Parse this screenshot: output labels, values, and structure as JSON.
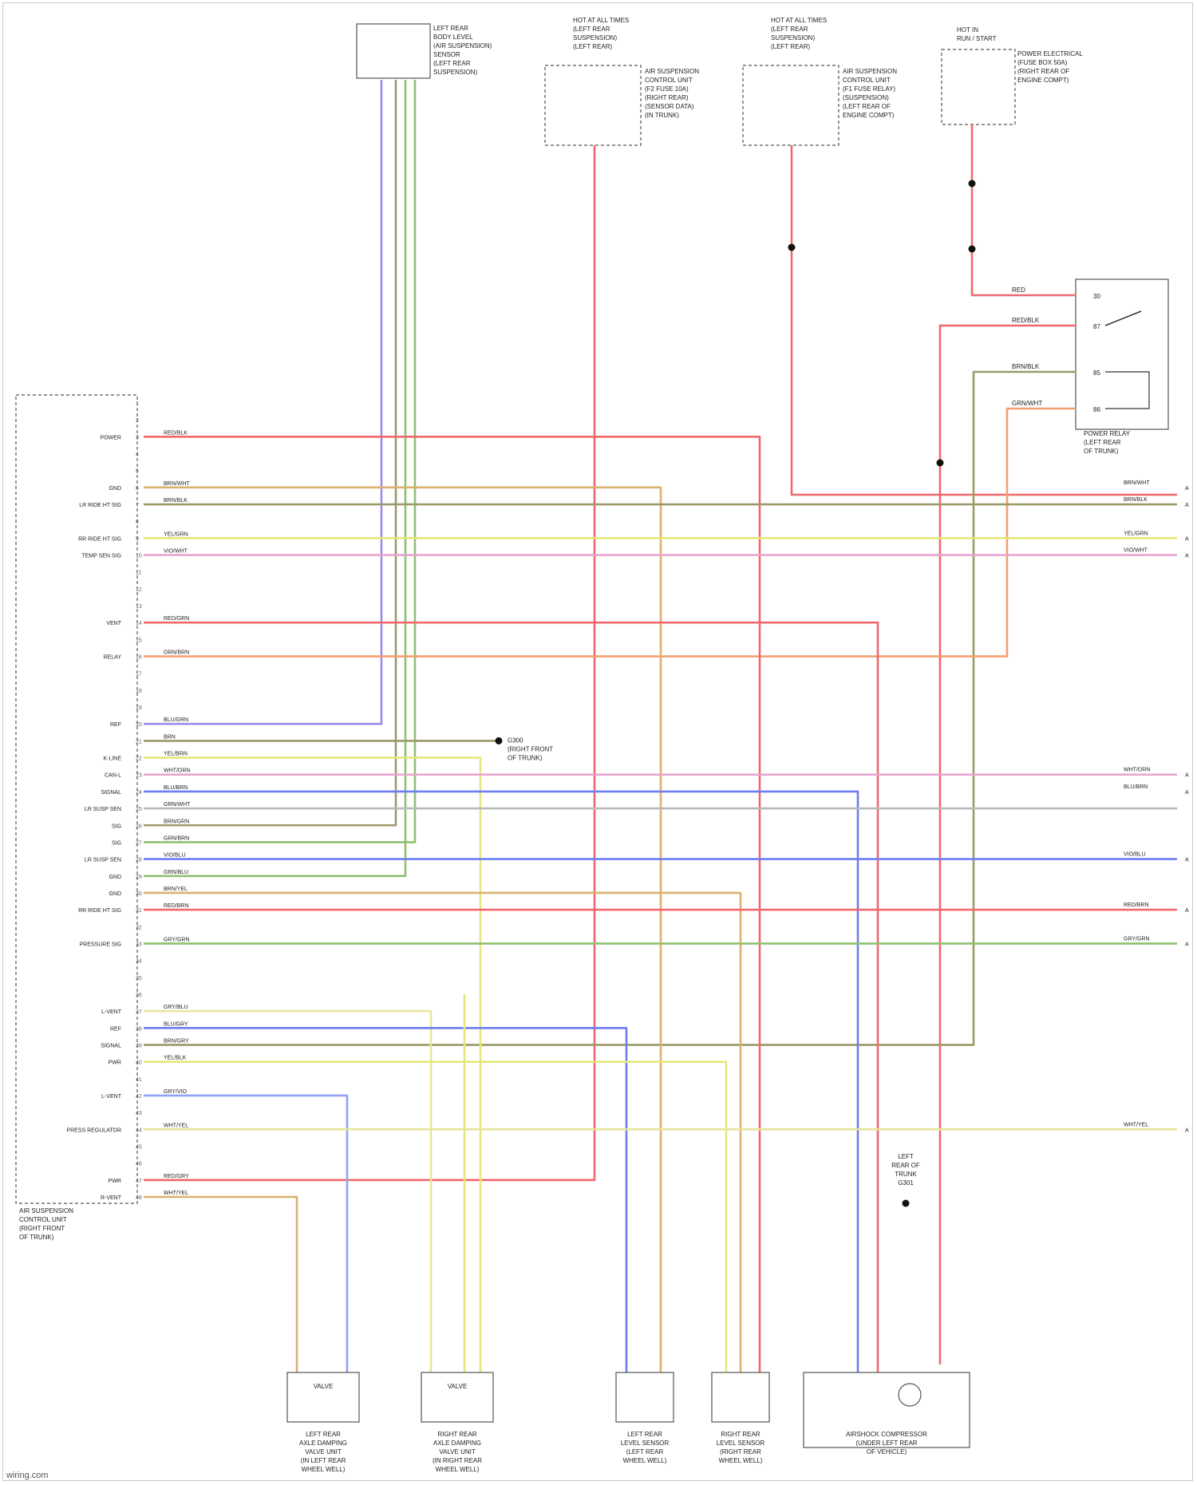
{
  "footer": {
    "text": "wiring.com"
  },
  "diagram": {
    "top_components": [
      {
        "id": "ride-height-sensor",
        "label": [
          "LEFT REAR",
          "BODY LEVEL",
          "(AIR SUSPENSION)",
          "SENSOR",
          "(LEFT REAR",
          "SUSPENSION)"
        ]
      },
      {
        "id": "hot-relay-1",
        "hot_label": [
          "HOT AT ALL TIMES",
          "(LEFT REAR",
          "SUSPENSION)",
          "(LEFT REAR)"
        ],
        "label": [
          "AIR SUSPENSION",
          "CONTROL UNIT",
          "(F2 FUSE 10A)",
          "(RIGHT REAR)",
          "(SENSOR DATA)",
          "(IN TRUNK)"
        ]
      },
      {
        "id": "hot-relay-2",
        "hot_label": [
          "HOT AT ALL TIMES",
          "(LEFT REAR",
          "SUSPENSION)",
          "(LEFT REAR)"
        ],
        "label": [
          "AIR SUSPENSION",
          "CONTROL UNIT",
          "(F1 FUSE RELAY)",
          "(SUSPENSION)",
          "(LEFT REAR OF",
          "ENGINE COMPT)"
        ]
      },
      {
        "id": "hot-relay-3",
        "hot_label": [
          "HOT IN",
          "RUN / START"
        ],
        "label": [
          "POWER ELECTRICAL",
          "(FUSE BOX 50A)",
          "(RIGHT REAR OF",
          "ENGINE COMPT)"
        ]
      }
    ],
    "relay_label": [
      "POWER RELAY",
      "(LEFT REAR",
      "OF TRUNK)"
    ],
    "ecu_label": [
      "AIR SUSPENSION",
      "CONTROL UNIT",
      "(RIGHT FRONT",
      "OF TRUNK)"
    ],
    "ground_label": [
      "G300",
      "(RIGHT FRONT",
      "OF TRUNK)"
    ],
    "ecu_pins": [
      {
        "num": "1",
        "name": "",
        "wire": ""
      },
      {
        "num": "2",
        "name": "",
        "wire": ""
      },
      {
        "num": "3",
        "name": "POWER",
        "wire": "RED/BLK"
      },
      {
        "num": "4",
        "name": "",
        "wire": ""
      },
      {
        "num": "5",
        "name": "",
        "wire": ""
      },
      {
        "num": "6",
        "name": "GND",
        "wire": "BRN/WHT"
      },
      {
        "num": "7",
        "name": "LR RIDE HT SIG",
        "wire": "BRN/BLK"
      },
      {
        "num": "8",
        "name": "",
        "wire": ""
      },
      {
        "num": "9",
        "name": "RR RIDE HT SIG",
        "wire": "YEL/GRN"
      },
      {
        "num": "10",
        "name": "TEMP SEN SIG",
        "wire": "VIO/WHT"
      },
      {
        "num": "11",
        "name": "",
        "wire": ""
      },
      {
        "num": "12",
        "name": "",
        "wire": ""
      },
      {
        "num": "13",
        "name": "",
        "wire": ""
      },
      {
        "num": "14",
        "name": "VENT",
        "wire": "RED/GRN"
      },
      {
        "num": "15",
        "name": "",
        "wire": ""
      },
      {
        "num": "16",
        "name": "RELAY",
        "wire": "ORN/BRN"
      },
      {
        "num": "17",
        "name": "",
        "wire": ""
      },
      {
        "num": "18",
        "name": "",
        "wire": ""
      },
      {
        "num": "19",
        "name": "",
        "wire": ""
      },
      {
        "num": "20",
        "name": "REF",
        "wire": "BLU/GRN"
      },
      {
        "num": "21",
        "name": "",
        "wire": "BRN"
      },
      {
        "num": "22",
        "name": "K-LINE",
        "wire": "YEL/BRN"
      },
      {
        "num": "23",
        "name": "CAN-L",
        "wire": "WHT/ORN"
      },
      {
        "num": "24",
        "name": "SIGNAL",
        "wire": "BLU/BRN"
      },
      {
        "num": "25",
        "name": "LR SUSP SEN",
        "wire": "GRN/WHT"
      },
      {
        "num": "26",
        "name": "SIG",
        "wire": "BRN/GRN"
      },
      {
        "num": "27",
        "name": "SIG",
        "wire": "GRN/BRN"
      },
      {
        "num": "28",
        "name": "LR SUSP SEN",
        "wire": "VIO/BLU"
      },
      {
        "num": "29",
        "name": "GND",
        "wire": "GRN/BLU"
      },
      {
        "num": "30",
        "name": "GND",
        "wire": "BRN/YEL"
      },
      {
        "num": "31",
        "name": "RR RIDE HT SIG",
        "wire": "RED/BRN"
      },
      {
        "num": "32",
        "name": "",
        "wire": ""
      },
      {
        "num": "33",
        "name": "PRESSURE SIG",
        "wire": "GRY/GRN"
      },
      {
        "num": "34",
        "name": "",
        "wire": ""
      },
      {
        "num": "35",
        "name": "",
        "wire": ""
      },
      {
        "num": "36",
        "name": "",
        "wire": ""
      },
      {
        "num": "37",
        "name": "L-VENT",
        "wire": "GRY/BLU"
      },
      {
        "num": "38",
        "name": "REF",
        "wire": "BLU/GRY"
      },
      {
        "num": "39",
        "name": "SIGNAL",
        "wire": "BRN/GRY"
      },
      {
        "num": "40",
        "name": "PWR",
        "wire": "YEL/BLK"
      },
      {
        "num": "41",
        "name": "",
        "wire": ""
      },
      {
        "num": "42",
        "name": "L-VENT",
        "wire": "GRY/VIO"
      },
      {
        "num": "43",
        "name": "",
        "wire": ""
      },
      {
        "num": "44",
        "name": "PRESS REGULATOR",
        "wire": "WHT/YEL"
      },
      {
        "num": "45",
        "name": "",
        "wire": ""
      },
      {
        "num": "46",
        "name": "",
        "wire": ""
      },
      {
        "num": "47",
        "name": "PWR",
        "wire": "RED/GRY"
      },
      {
        "num": "48",
        "name": "R-VENT",
        "wire": "WHT/YEL"
      }
    ],
    "relay_wires": [
      "RED",
      "RED/BLK",
      "BRN/BLK",
      "GRN/WHT"
    ],
    "relay_pins": [
      "30",
      "87",
      "85",
      "86"
    ],
    "right_exits": [
      {
        "wire": "BRN/WHT",
        "conn": "A"
      },
      {
        "wire": "BRN/BLK",
        "conn": "A"
      },
      {
        "wire": "YEL/GRN",
        "conn": "A"
      },
      {
        "wire": "VIO/WHT",
        "conn": "A"
      },
      {
        "wire": "WHT/ORN",
        "conn": "A"
      },
      {
        "wire": "BLU/BRN",
        "conn": "A"
      },
      {
        "wire": "VIO/BLU",
        "conn": "A"
      },
      {
        "wire": "RED/BRN",
        "conn": "A"
      },
      {
        "wire": "GRY/GRN",
        "conn": "A"
      },
      {
        "wire": "WHT/YEL",
        "conn": "A"
      }
    ],
    "bottom_components": [
      {
        "id": "lr-valve",
        "box": "VALVE",
        "label": [
          "LEFT REAR",
          "AXLE DAMPING",
          "VALVE UNIT",
          "(IN LEFT REAR",
          "WHEEL WELL)"
        ]
      },
      {
        "id": "rr-valve",
        "box": "VALVE",
        "label": [
          "RIGHT REAR",
          "AXLE DAMPING",
          "VALVE UNIT",
          "(IN RIGHT REAR",
          "WHEEL WELL)"
        ]
      },
      {
        "id": "lr-sensor",
        "box": "",
        "label": [
          "LEFT REAR",
          "LEVEL SENSOR",
          "(LEFT REAR",
          "WHEEL WELL)"
        ]
      },
      {
        "id": "rr-sensor",
        "box": "",
        "label": [
          "RIGHT REAR",
          "LEVEL SENSOR",
          "(RIGHT REAR",
          "WHEEL WELL)"
        ]
      },
      {
        "id": "compressor",
        "box": "",
        "label": [
          "AIRSHOCK COMPRESSOR",
          "(UNDER LEFT REAR",
          "OF VEHICLE)"
        ]
      }
    ],
    "compressor_ground_label": [
      "LEFT",
      "REAR OF",
      "TRUNK",
      "G301"
    ]
  }
}
